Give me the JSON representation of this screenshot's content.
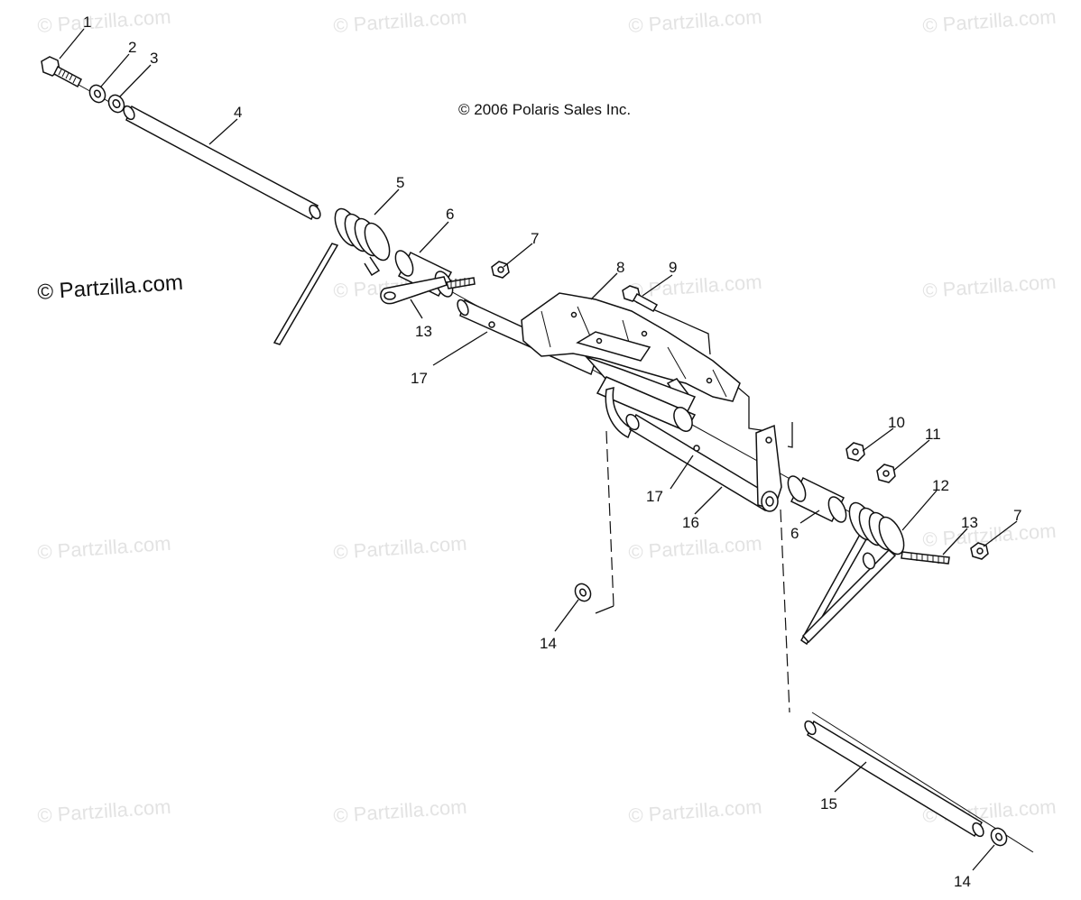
{
  "copyright": "© 2006 Polaris Sales Inc.",
  "watermarks": [
    "© Partzilla.com",
    "© Partzilla.com",
    "© Partzilla.com",
    "© Partzilla.com",
    "© Partzilla.com",
    "© Partzilla.com",
    "© Partzilla.com",
    "© Partzilla.com",
    "© Partzilla.com",
    "© Partzilla.com",
    "© Partzilla.com",
    "© Partzilla.com",
    "© Partzilla.com",
    "© Partzilla.com",
    "© Partzilla.com"
  ],
  "watermark_prominent": "© Partzilla.com",
  "callouts": {
    "c1": "1",
    "c2": "2",
    "c3": "3",
    "c4": "4",
    "c5": "5",
    "c6a": "6",
    "c6b": "6",
    "c7a": "7",
    "c7b": "7",
    "c8": "8",
    "c9": "9",
    "c10": "10",
    "c11": "11",
    "c12": "12",
    "c13a": "13",
    "c13b": "13",
    "c14a": "14",
    "c14b": "14",
    "c15": "15",
    "c16": "16",
    "c17a": "17",
    "c17b": "17"
  },
  "colors": {
    "ink": "#111111",
    "watermark": "#e3e3e3"
  }
}
